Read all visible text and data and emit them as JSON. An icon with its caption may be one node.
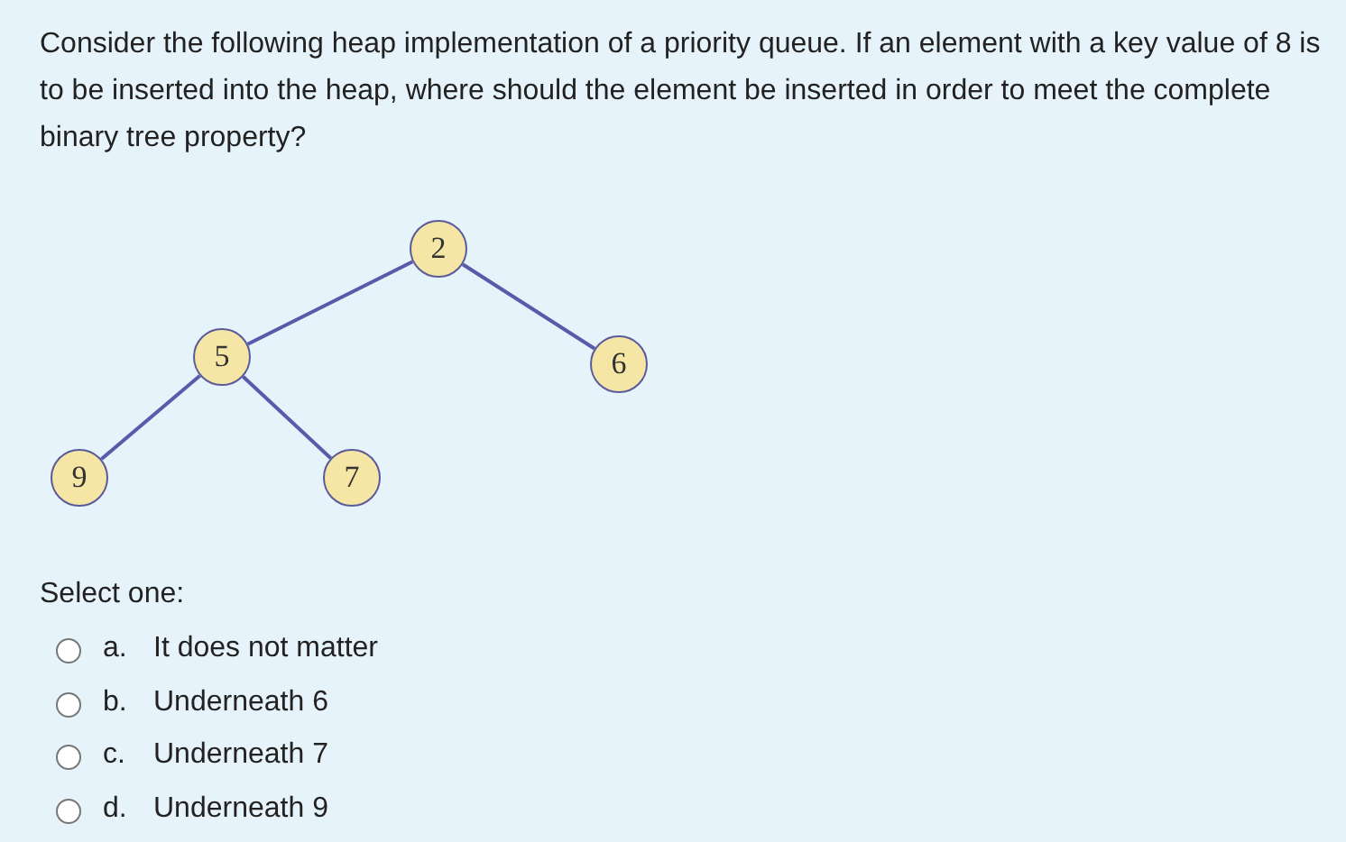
{
  "diagram": {
    "title": "Consider the following heap implementation of a priority queue. If an element with a key value of 8 is to be inserted into the heap, where should the element be inserted in order to meet the complete binary tree property?",
    "nodes": [
      {
        "text": [
          "2"
        ]
      },
      {
        "text": [
          "5"
        ]
      },
      {
        "text": [
          "6"
        ]
      },
      {
        "text": [
          "9"
        ]
      },
      {
        "text": [
          "7"
        ]
      }
    ],
    "edges": [
      {
        "from": 0,
        "to": 1,
        "arrow": "none"
      },
      {
        "from": 0,
        "to": 2,
        "arrow": "none"
      },
      {
        "from": 1,
        "to": 3,
        "arrow": "none"
      },
      {
        "from": 1,
        "to": 4,
        "arrow": "none"
      }
    ],
    "labels": [
      "Select one:",
      "a.",
      "It does not matter",
      "b.",
      "Underneath 6",
      "c.",
      "Underneath 7",
      "d.",
      "Underneath 9"
    ]
  }
}
